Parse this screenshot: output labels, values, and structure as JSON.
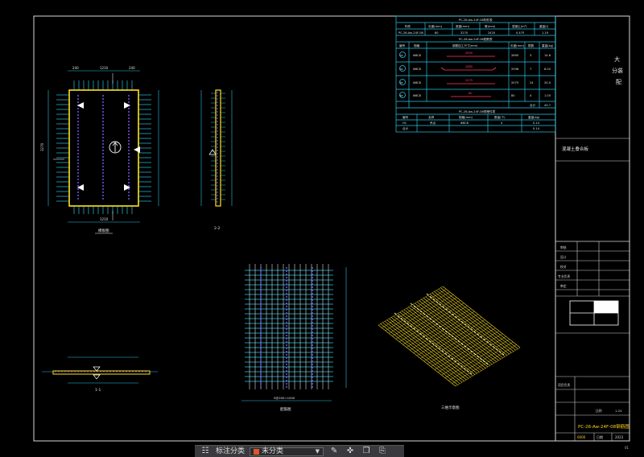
{
  "title_block": {
    "side_caption_chars": [
      "大",
      "分装",
      "配"
    ],
    "sheet_label": "混凝土叠合板",
    "drawing_number": "PC-26-Aw-24F-08钢筋图",
    "rows_left": [
      "审核",
      "设计",
      "校对",
      "专业负责",
      "审定",
      "项目负责"
    ],
    "bottom_left": "0000",
    "bottom_mid": "比例",
    "bottom_scale": "1:25",
    "bottom_right": "2023",
    "date_label": "日期",
    "corner_mark": "01"
  },
  "table1": {
    "title": "PC-26-Aw-24F-08构件表",
    "headers": [
      "构件",
      "长度(mm)",
      "宽度(mm)",
      "厚(mm)",
      "混凝土(m³)",
      "重量(t)"
    ],
    "row": [
      "PC-26-Aw-24F-08",
      "60",
      "3270",
      "2420",
      "0.475",
      "1.19"
    ]
  },
  "table2": {
    "title": "PC-26-Aw-24F-08配筋表",
    "headers": [
      "编号",
      "规格",
      "钢筋加工尺寸(mm)",
      "长度(mm)",
      "根数",
      "重量(kg)"
    ],
    "rows": [
      {
        "id": "1a",
        "spec": "Φ8C8",
        "dim": "2890",
        "len": "2890",
        "num": "3",
        "wt": "14.6"
      },
      {
        "id": "2a",
        "spec": "Φ8C8",
        "dim": "2885",
        "len": "2936",
        "num": "7",
        "wt": "8.02"
      },
      {
        "id": "3a",
        "spec": "Φ8C8",
        "dim": "2075",
        "len": "2075",
        "num": "24",
        "wt": "20.0"
      },
      {
        "id": "4a",
        "spec": "Φ8C8",
        "dim": "80",
        "len": "80",
        "num": "4",
        "wt": "1.05"
      }
    ],
    "total_label": "合计",
    "total_value": "43.7"
  },
  "table3": {
    "title": "PC-26-Aw-24F-08预埋件表",
    "headers": [
      "编号",
      "名称",
      "规格(mm)",
      "数量(个)",
      "重量(kg)"
    ],
    "rows": [
      [
        "H1",
        "吊点",
        "Φ8C8",
        "4",
        "0.14"
      ],
      [
        "合计",
        "",
        "",
        "",
        "0.14"
      ]
    ]
  },
  "views": {
    "plan_title": "模板图",
    "section_2": "2-2",
    "section_1": "1-1",
    "rebar_title": "配筋图",
    "iso_title": "三维示意图",
    "plan_top_dims": [
      "240",
      "1210",
      "240"
    ],
    "plan_bottom_dim": "1210",
    "plan_left_dim": "3270",
    "rebar_bottom_dim": "5@200=1000"
  },
  "toolbar": {
    "label_category": "标注分类",
    "dropdown_value": "未分类"
  }
}
